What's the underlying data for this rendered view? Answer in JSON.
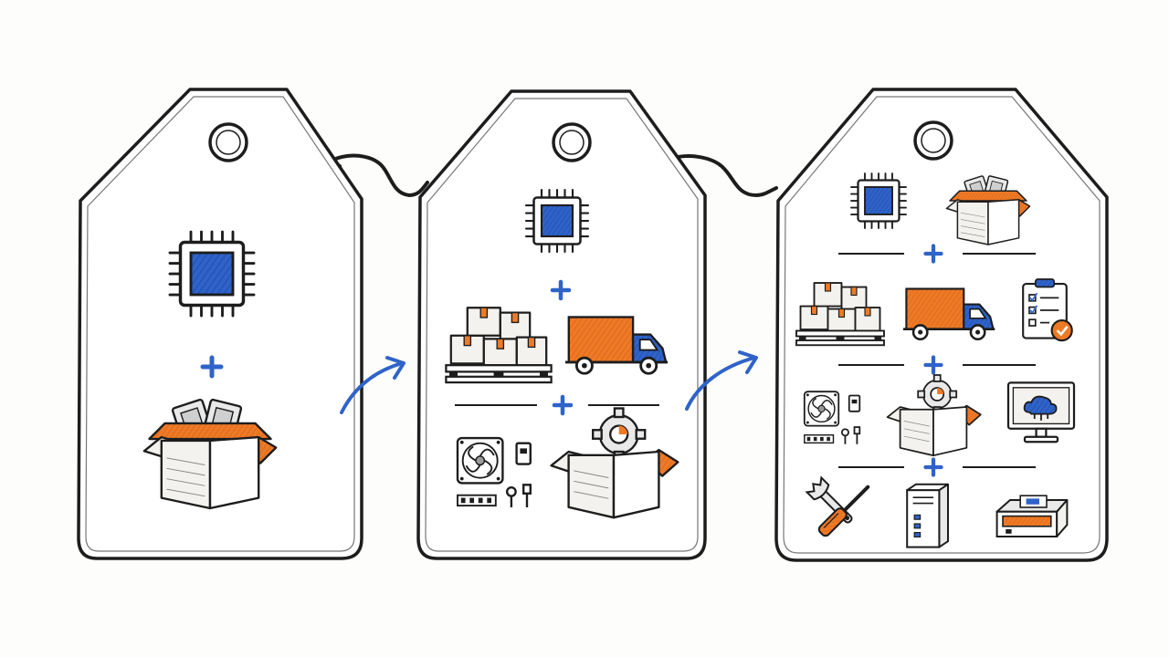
{
  "colors": {
    "ink": "#1d1d1d",
    "paper": "#ffffff",
    "blue": "#2f63c9",
    "orange": "#ee7a26",
    "box": "#f4f2ee",
    "gray": "#9a9a9a"
  },
  "tags": [
    {
      "label": "",
      "items": [
        "chip-icon",
        "plus-sign",
        "parts-box-icon"
      ]
    },
    {
      "label": "",
      "items": [
        "chip-icon",
        "plus-sign",
        "pallet-boxes-icon",
        "delivery-truck-icon",
        "divider",
        "fan-and-parts-icon",
        "gear-box-icon"
      ]
    },
    {
      "label": "",
      "items": [
        "chip-icon",
        "parts-box-icon",
        "divider",
        "pallet-boxes-icon",
        "delivery-truck-icon",
        "checklist-icon",
        "fan-and-parts-icon",
        "gear-box-icon",
        "cloud-monitor-icon",
        "tools-icon",
        "server-tower-icon",
        "circuit-tray-icon"
      ]
    }
  ],
  "arrows": [
    "arrow-right-icon",
    "arrow-right-icon"
  ],
  "plus_symbol": "+"
}
